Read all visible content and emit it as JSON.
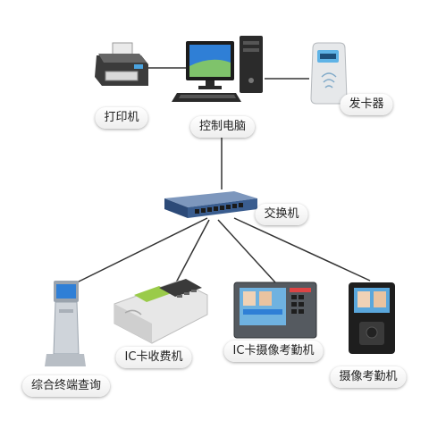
{
  "labels": {
    "printer": "打印机",
    "control_pc": "控制电脑",
    "card_issuer": "发卡器",
    "switch": "交换机",
    "kiosk": "综合终端查询",
    "pos": "IC卡收费机",
    "ic_attendance": "IC卡摄像考勤机",
    "camera_attendance": "摄像考勤机"
  },
  "colors": {
    "line": "#333333",
    "switch_body": "#3a5d8f",
    "screen_blue": "#2f7fd6",
    "pc_case": "#2b2b2b",
    "issuer_body": "#e6e8ea",
    "issuer_screen": "#5fb3e6",
    "kiosk_body": "#cfd4da",
    "pos_body": "#e7e7e7",
    "device_dark": "#1e1e1e"
  }
}
